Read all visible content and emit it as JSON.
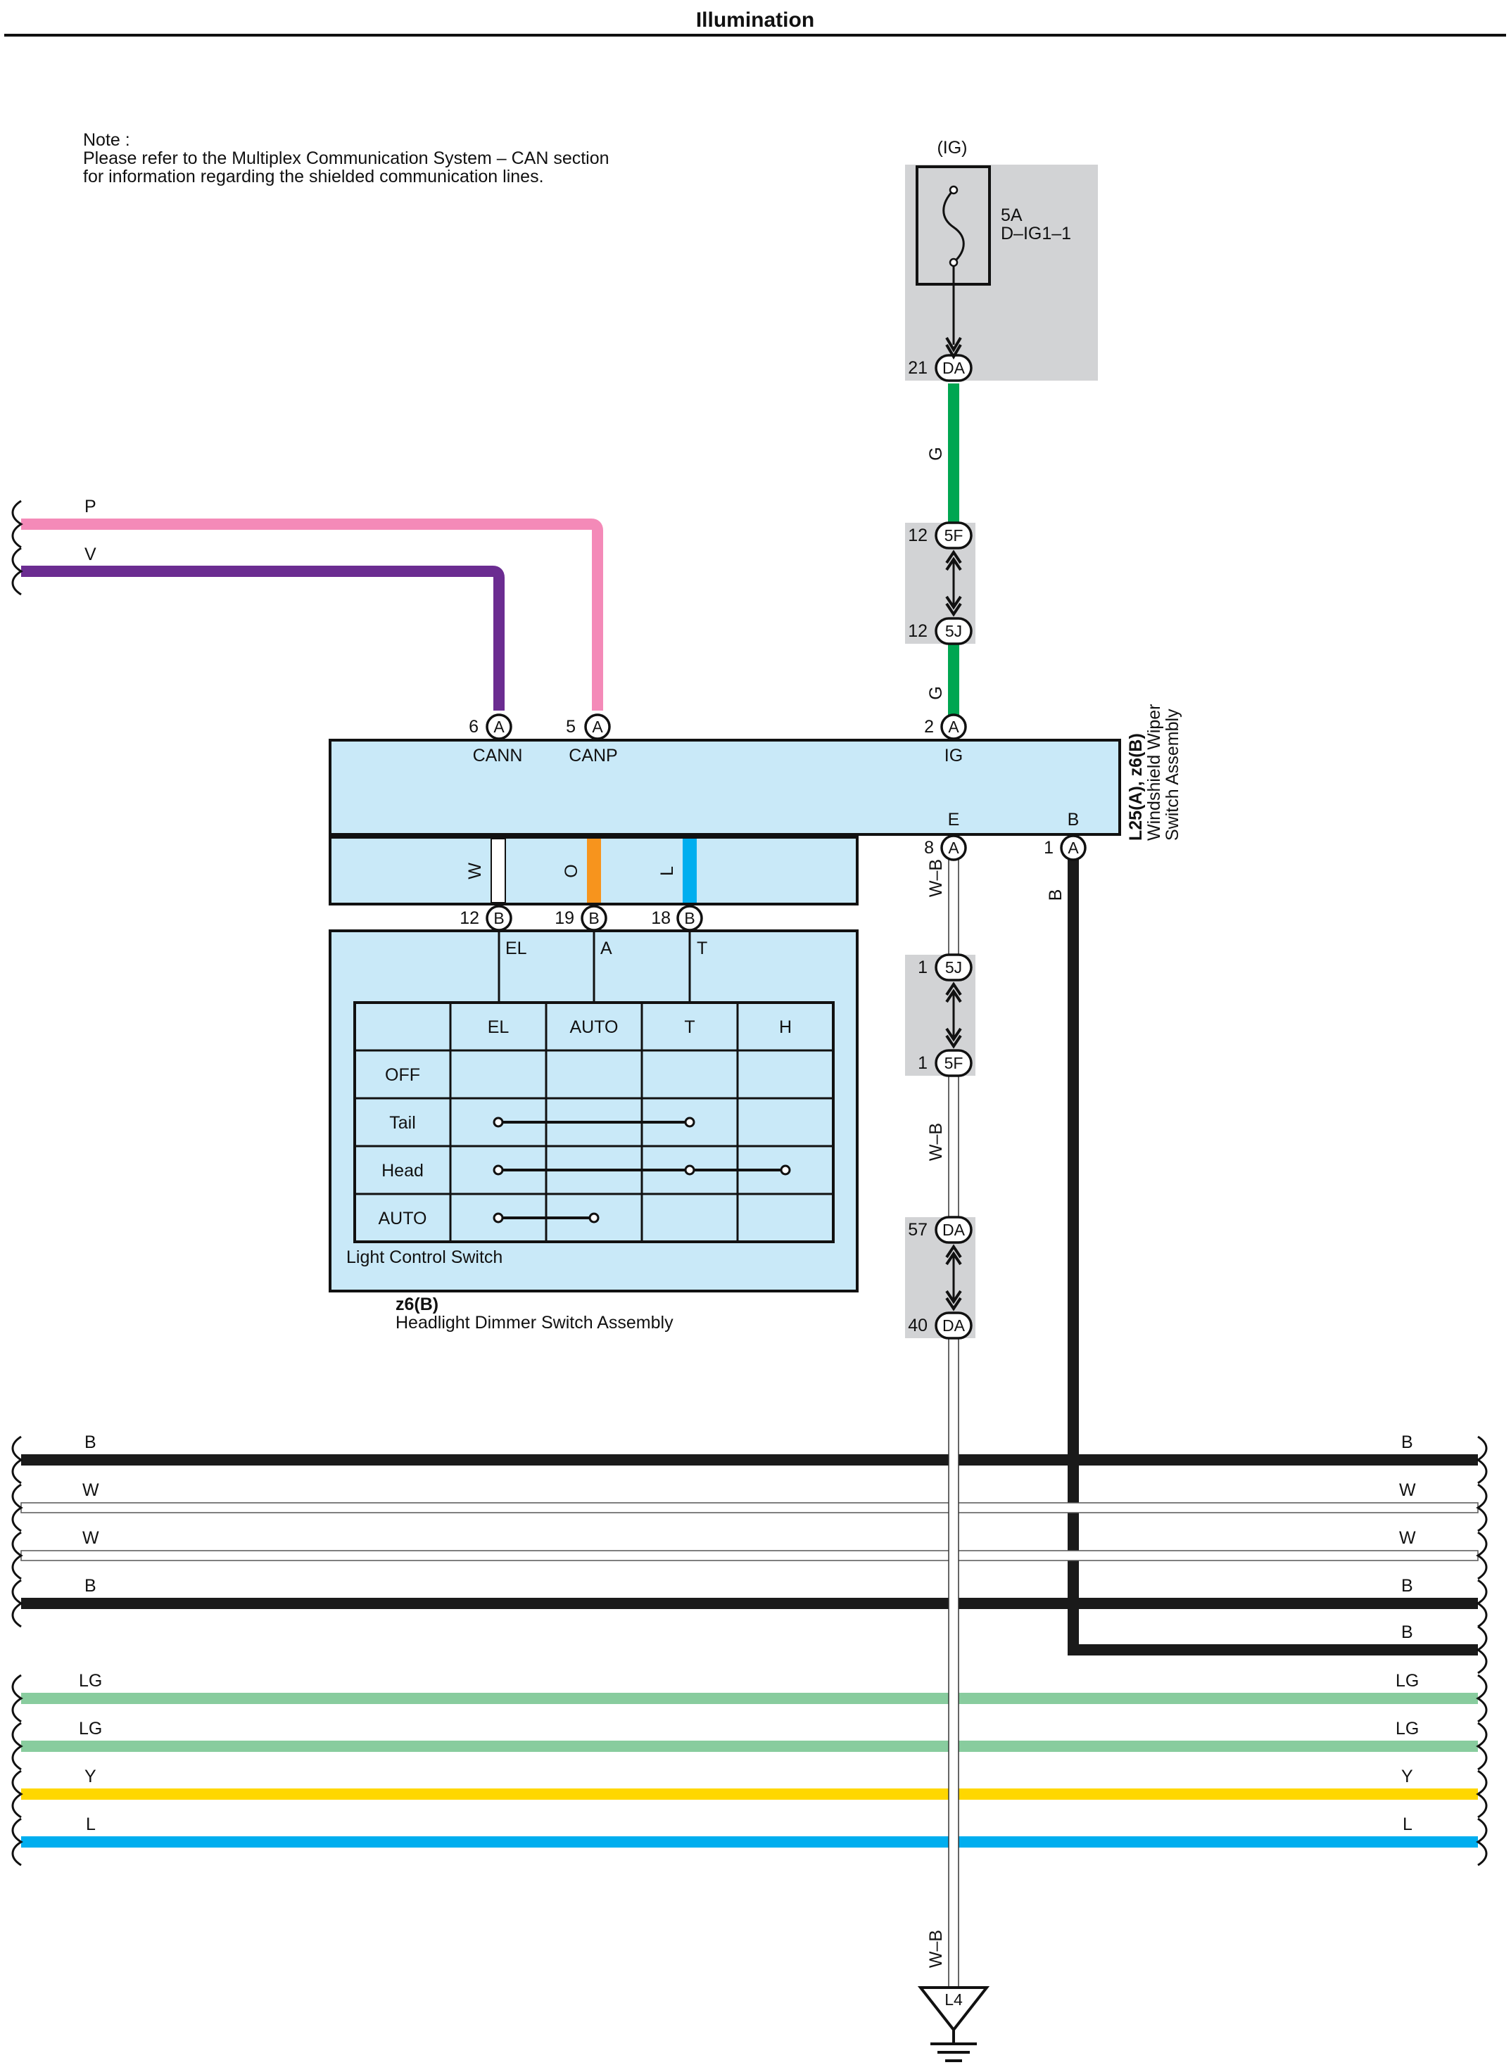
{
  "title": "Illumination",
  "note": {
    "heading": "Note :",
    "line1": "Please refer to the Multiplex Communication System – CAN section",
    "line2": "for information regarding the shielded communication lines."
  },
  "fuse": {
    "source": "(IG)",
    "rating": "5A",
    "name": "D–IG1–1",
    "pin": "21",
    "connector": "DA"
  },
  "junctions": [
    {
      "top_pin": "12",
      "top_conn": "5F",
      "bottom_pin": "12",
      "bottom_conn": "5J"
    },
    {
      "top_pin": "1",
      "top_conn": "5J",
      "bottom_pin": "1",
      "bottom_conn": "5F"
    },
    {
      "top_pin": "57",
      "top_conn": "DA",
      "bottom_pin": "40",
      "bottom_conn": "DA"
    }
  ],
  "wiper_switch": {
    "code": "L25(A), z6(B)",
    "name_line1": "Windshield Wiper",
    "name_line2": "Switch Assembly",
    "top_pins": [
      {
        "pin": "6",
        "conn": "A",
        "label": "CANN"
      },
      {
        "pin": "5",
        "conn": "A",
        "label": "CANP"
      },
      {
        "pin": "2",
        "conn": "A",
        "label": "IG"
      }
    ],
    "bottom_pins": [
      {
        "pin": "8",
        "conn": "A",
        "label": "E"
      },
      {
        "pin": "1",
        "conn": "A",
        "label": "B"
      }
    ],
    "internal_wires": [
      "W",
      "O",
      "L"
    ],
    "b_pins": [
      {
        "pin": "12",
        "conn": "B",
        "label": "EL"
      },
      {
        "pin": "19",
        "conn": "B",
        "label": "A"
      },
      {
        "pin": "18",
        "conn": "B",
        "label": "T"
      }
    ]
  },
  "light_switch": {
    "label": "Light Control Switch",
    "columns": [
      "EL",
      "AUTO",
      "T",
      "H"
    ],
    "rows": [
      "OFF",
      "Tail",
      "Head",
      "AUTO"
    ]
  },
  "dimmer": {
    "code": "z6(B)",
    "name": "Headlight Dimmer Switch Assembly"
  },
  "wire_labels": {
    "can_low": "P",
    "can_high": "V",
    "ig_upper": "G",
    "ig_lower": "G",
    "ground_1": "W–B",
    "ground_2": "W–B",
    "ground_3": "W–B",
    "b_drop": "B"
  },
  "bus_lines": [
    {
      "left": "B",
      "right": "B",
      "color": "#1a1a1a"
    },
    {
      "left": "W",
      "right": "W",
      "color": "#ffffff"
    },
    {
      "left": "W",
      "right": "W",
      "color": "#ffffff"
    },
    {
      "left": "B",
      "right": "B",
      "color": "#1a1a1a"
    },
    {
      "left": "",
      "right": "B",
      "color": "#1a1a1a"
    },
    {
      "left": "LG",
      "right": "LG",
      "color": "#88cc9e"
    },
    {
      "left": "LG",
      "right": "LG",
      "color": "#88cc9e"
    },
    {
      "left": "Y",
      "right": "Y",
      "color": "#ffd700"
    },
    {
      "left": "L",
      "right": "L",
      "color": "#00aeef"
    }
  ],
  "ground_point": "L4",
  "colors": {
    "pink": "#f48ab8",
    "violet": "#6b2c91",
    "green": "#00a651",
    "orange": "#f7941d",
    "blue": "#00aeef",
    "black": "#1a1a1a",
    "component_fill": "#c9e9f8",
    "connector_shade": "#d2d3d5"
  }
}
